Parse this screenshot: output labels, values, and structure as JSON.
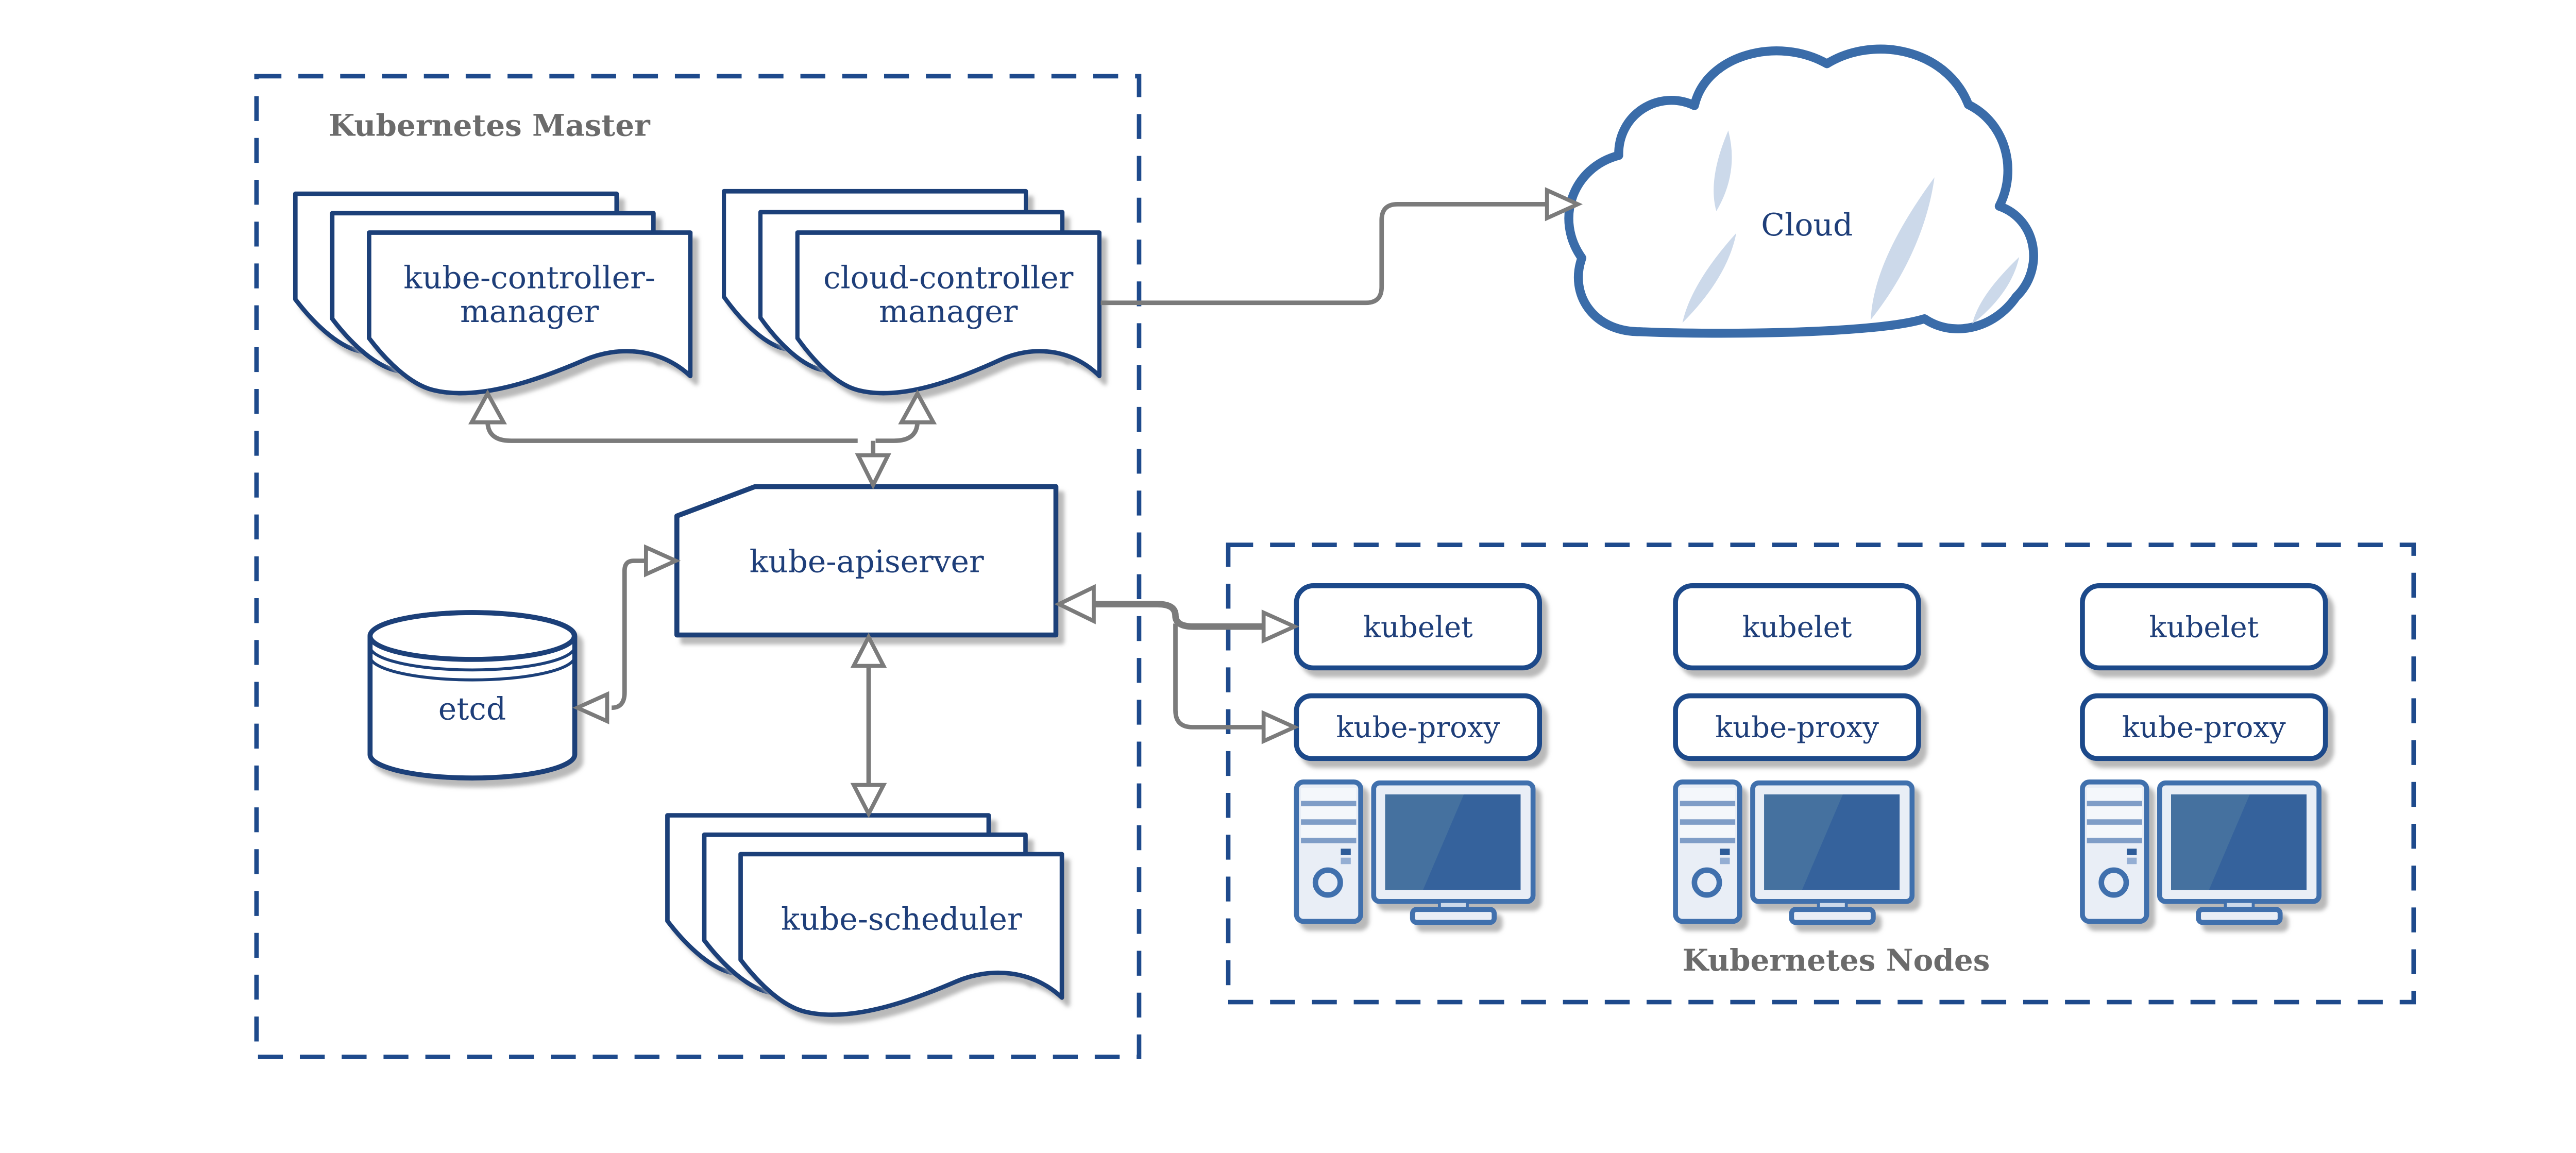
{
  "master": {
    "title": "Kubernetes Master",
    "kube_controller_manager": {
      "line1": "kube-controller-",
      "line2": "manager"
    },
    "cloud_controller_manager": {
      "line1": "cloud-controller",
      "line2": "manager"
    },
    "kube_apiserver": "kube-apiserver",
    "etcd": "etcd",
    "kube_scheduler": "kube-scheduler"
  },
  "cloud": {
    "label": "Cloud"
  },
  "nodes_group": {
    "title": "Kubernetes Nodes",
    "nodes": [
      {
        "kubelet": "kubelet",
        "kube_proxy": "kube-proxy"
      },
      {
        "kubelet": "kubelet",
        "kube_proxy": "kube-proxy"
      },
      {
        "kubelet": "kubelet",
        "kube_proxy": "kube-proxy"
      }
    ]
  },
  "icons": {
    "documents_stack": "stacked-documents",
    "database": "etcd-cylinder",
    "cloud": "cloud-shape",
    "node_machine": "desktop-computer"
  },
  "colors": {
    "navy_border": "#1e4179",
    "navy_text": "#1e3e79",
    "dashed_border": "#1e4a8c",
    "title_gray": "#6b6b6b",
    "arrow_gray": "#7b7b7b",
    "cloud_outline": "#3a6ca9",
    "cloud_shine": "#ccd9ea",
    "computer_blue": "#3f6fad",
    "computer_fill": "#e9eef6",
    "screen_blue": "#35629c",
    "shadow": "#b9b9b9"
  }
}
